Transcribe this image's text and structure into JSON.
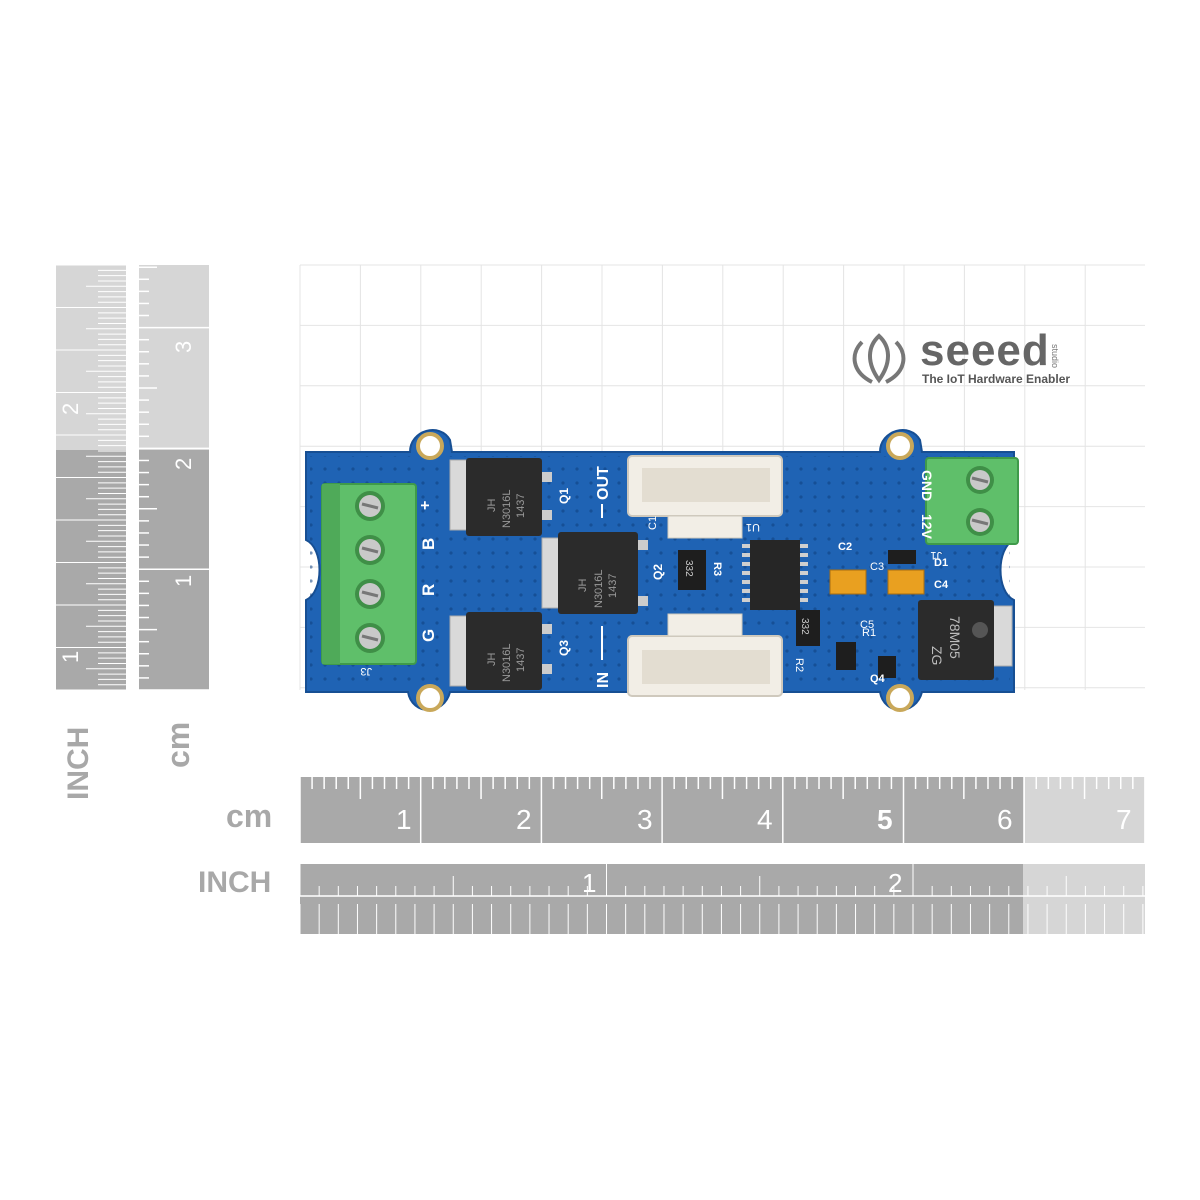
{
  "rulers": {
    "left_inch_label": "INCH",
    "left_cm_label": "cm",
    "bottom_cm_label": "cm",
    "bottom_inch_label": "INCH",
    "left_inch_numbers": [
      "1",
      "2"
    ],
    "left_cm_numbers": [
      "1",
      "2",
      "3"
    ],
    "bottom_cm_numbers": [
      "1",
      "2",
      "3",
      "4",
      "5",
      "6",
      "7"
    ],
    "bottom_inch_numbers": [
      "1",
      "2"
    ]
  },
  "brand": {
    "name": "seeed",
    "subname": "studio",
    "tagline": "The IoT Hardware Enabler"
  },
  "board": {
    "silkscreen": {
      "out": "OUT",
      "in": "IN",
      "gnd": "GND",
      "v12": "12V",
      "plus": "+",
      "b": "B",
      "r": "R",
      "g": "G",
      "j3": "J3",
      "j1": "J1",
      "q1": "Q1",
      "q2": "Q2",
      "q3": "Q3",
      "q4": "Q4",
      "u1": "U1",
      "c1": "C1",
      "c2": "C2",
      "c3": "C3",
      "c4": "C4",
      "c5": "C5",
      "d1": "D1",
      "r1": "R1",
      "r2": "R2",
      "r3": "R3",
      "r332a": "332",
      "r332b": "332"
    },
    "mosfet_text": [
      "JH",
      "N3016L",
      "1437"
    ],
    "regulator_text": [
      "78M05",
      "ZG"
    ]
  },
  "colors": {
    "pcb": "#1f63b4",
    "terminal": "#5fbf6a",
    "ruler_dark": "#a9a9a9",
    "ruler_light": "#d3d3d3",
    "grid": "#e3e3e3"
  }
}
